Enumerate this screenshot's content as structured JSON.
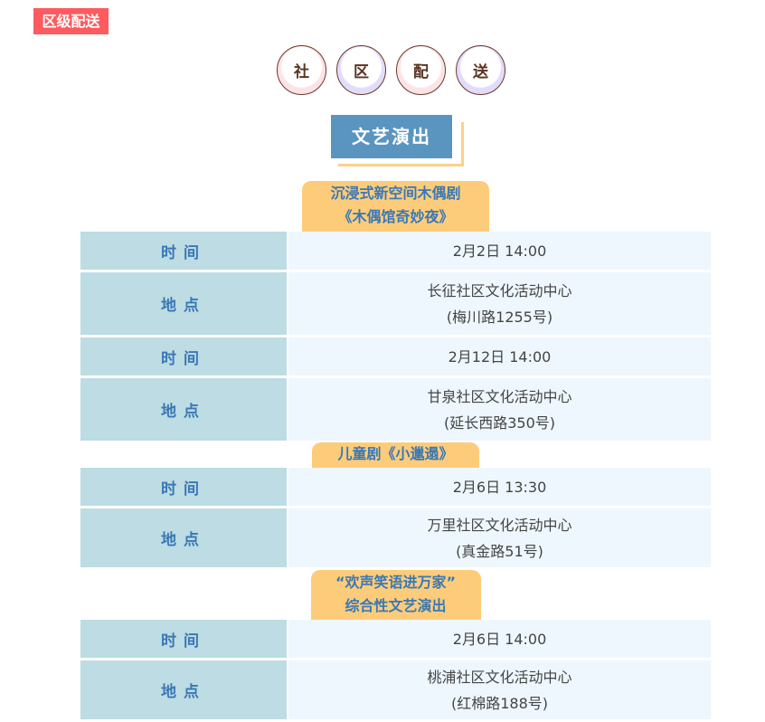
{
  "tag": "区级配送",
  "circles": [
    "社",
    "区",
    "配",
    "送"
  ],
  "title": "文艺演出",
  "shows": [
    {
      "name": [
        "沉浸式新空间木偶剧",
        "《木偶馆奇妙夜》"
      ],
      "sessions": [
        {
          "time_label": "时间",
          "time": "2月2日 14:00",
          "place_label": "地点",
          "place": "长征社区文化活动中心",
          "address": "(梅川路1255号)"
        },
        {
          "time_label": "时间",
          "time": "2月12日 14:00",
          "place_label": "地点",
          "place": "甘泉社区文化活动中心",
          "address": "(延长西路350号)"
        }
      ]
    },
    {
      "name": [
        "儿童剧《小邋遢》"
      ],
      "sessions": [
        {
          "time_label": "时间",
          "time": "2月6日 13:30",
          "place_label": "地点",
          "place": "万里社区文化活动中心",
          "address": "(真金路51号)"
        }
      ]
    },
    {
      "name": [
        "“欢声笑语进万家”",
        "综合性文艺演出"
      ],
      "sessions": [
        {
          "time_label": "时间",
          "time": "2月6日 14:00",
          "place_label": "地点",
          "place": "桃浦社区文化活动中心",
          "address": "(红棉路188号)"
        }
      ]
    }
  ]
}
